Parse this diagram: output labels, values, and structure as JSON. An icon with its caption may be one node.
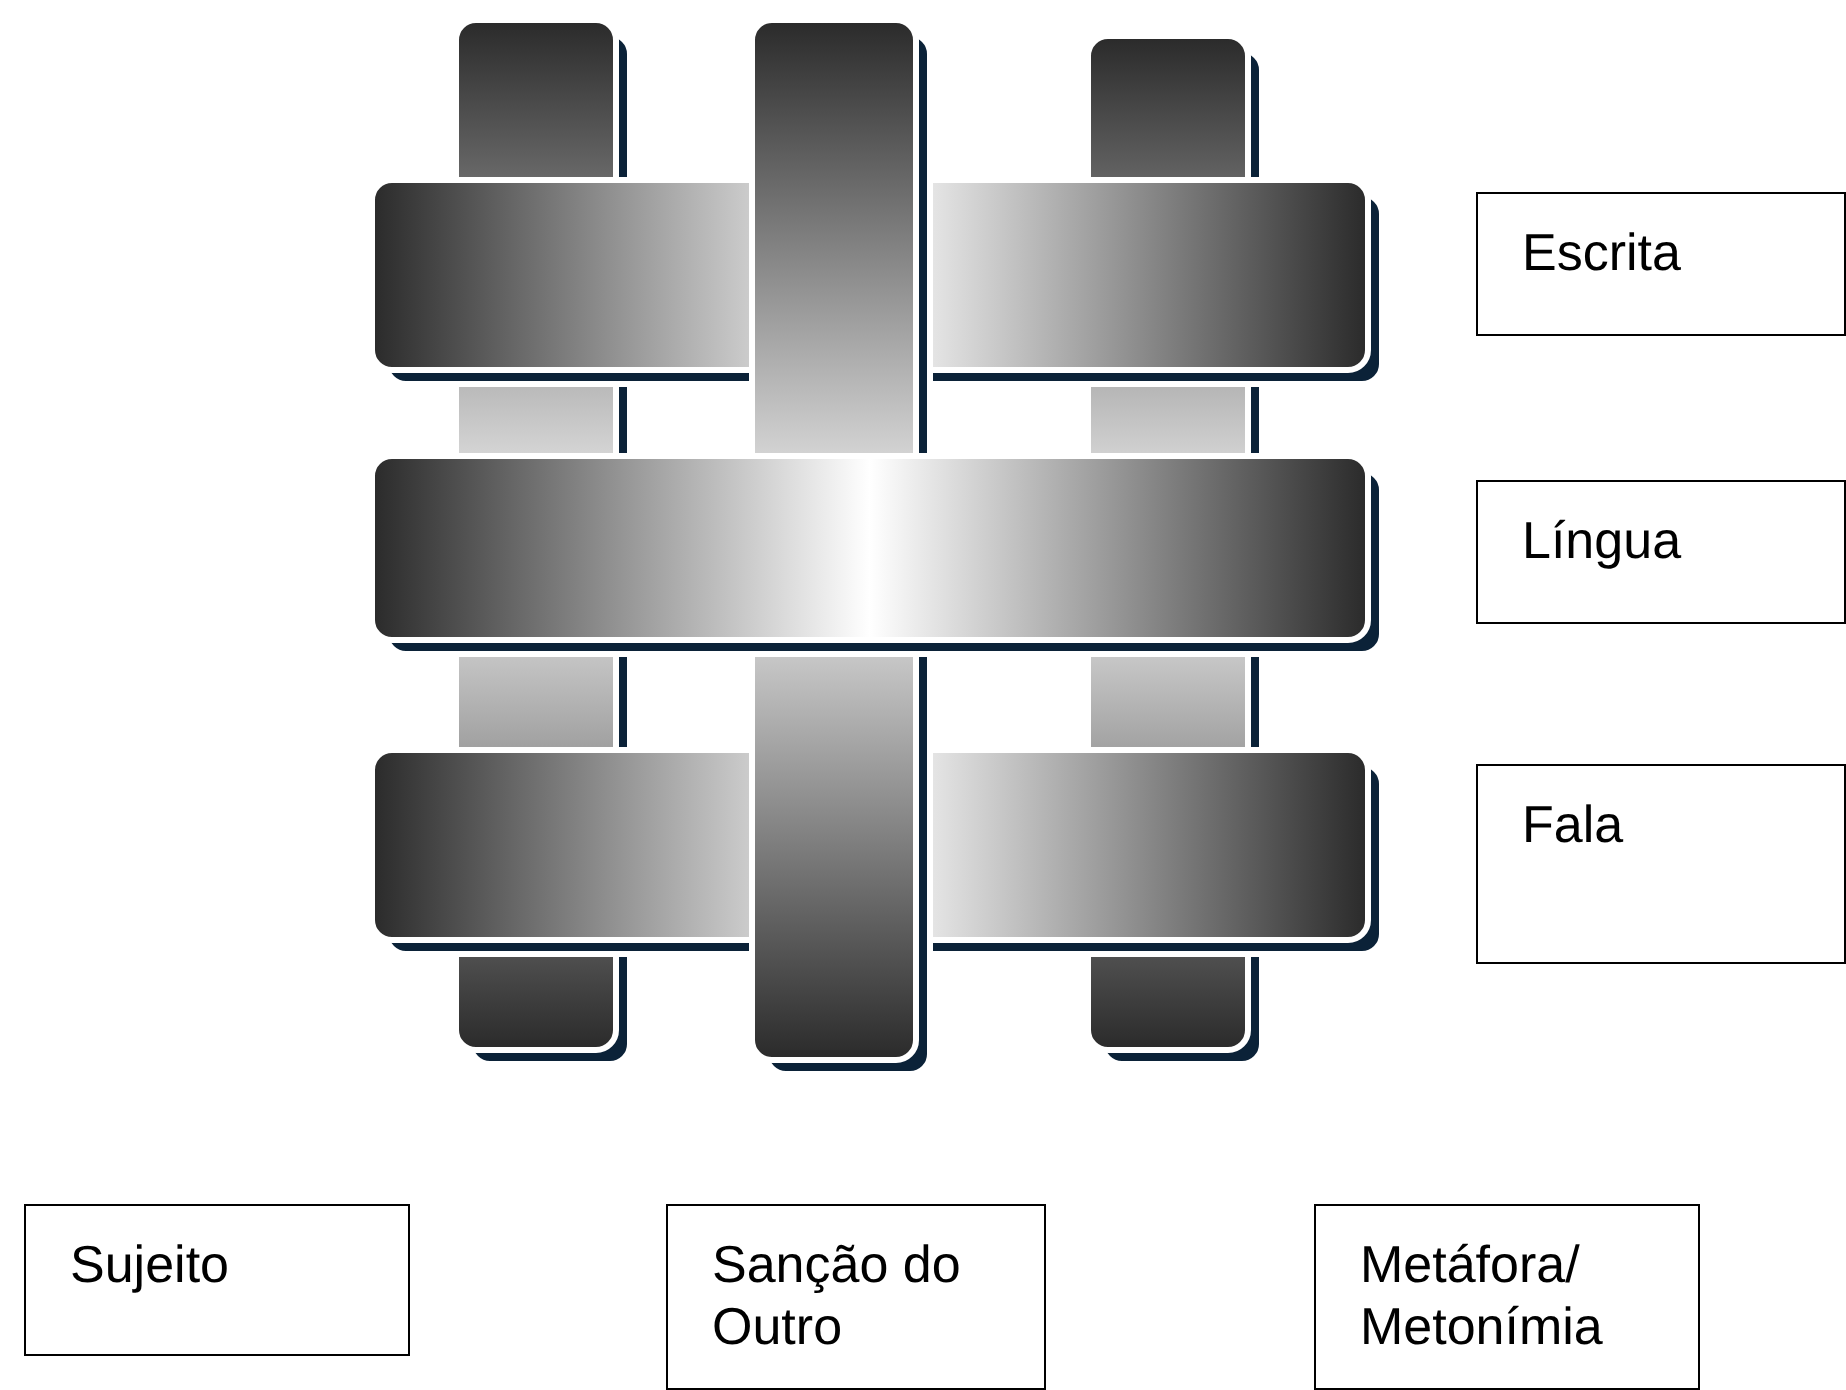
{
  "diagram": {
    "nodes": [
      {
        "text": [
          "Escrita"
        ]
      },
      {
        "text": [
          "Língua"
        ]
      },
      {
        "text": [
          "Fala"
        ]
      },
      {
        "text": [
          "Sujeito"
        ]
      },
      {
        "text": [
          "Sanção do Outro"
        ]
      },
      {
        "text": [
          "Metáfora/ Metonímia"
        ]
      }
    ],
    "edges": []
  }
}
